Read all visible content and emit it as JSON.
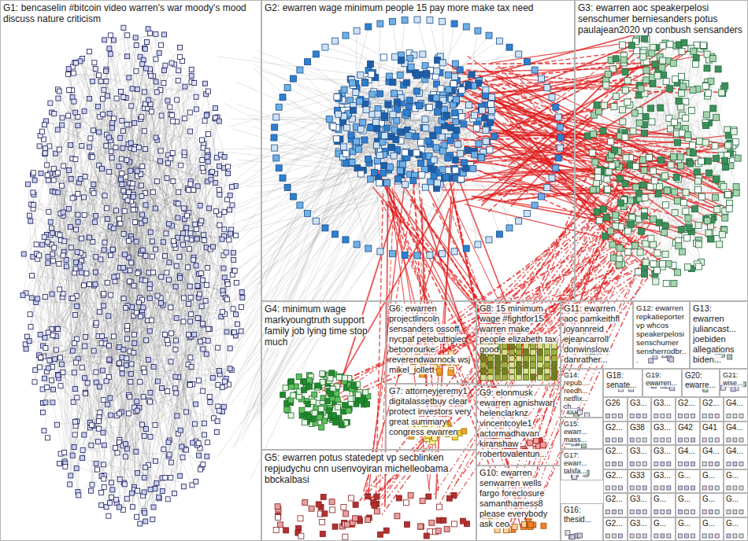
{
  "diagram": {
    "nodes": [
      {
        "text": [
          "G1: bencaselin #bitcoin video warren's war moody's mood discuss nature criticism"
        ]
      },
      {
        "text": [
          "G2: ewarren wage minimum people 15 pay more make tax need"
        ]
      },
      {
        "text": [
          "G3: ewarren aoc speakerpelosi senschumer berniesanders potus paulajean2020 vp conbush sensanders"
        ]
      },
      {
        "text": [
          "G4: minimum wage markyoungtruth support family job lying time stop much"
        ]
      },
      {
        "text": [
          "G6: ewarren projectlincoln sensanders ossoff nycpaf petebuttigieg betoorourke reverendwarnock wsj mikel_jollett"
        ]
      },
      {
        "text": [
          "G8: 15 minimum wage #fightfor15 warren make people elizabeth tax good"
        ]
      },
      {
        "text": [
          "G11: ewarren aoc pamkeithfl joyannreid ejeancarroll donwinslow danrather..."
        ]
      },
      {
        "text": [
          "G12: ewarren repkatieporter vp whcos speakerpelosi senschumer sensherrodbr..."
        ]
      },
      {
        "text": [
          "G13: ewarren juliancast... joebiden allegations biden..."
        ]
      },
      {
        "text": [
          "G14: repub... reedh... netflix... ch..."
        ]
      },
      {
        "text": [
          "G18: senate..."
        ]
      },
      {
        "text": [
          "G19: ewarren..."
        ]
      },
      {
        "text": [
          "G20: ewarre..."
        ]
      },
      {
        "text": [
          "G21: wise..."
        ]
      },
      {
        "text": [
          "G7: attorneyjeremy1 digitalassetbuy clear protect investors very great summary congress ewarren"
        ]
      },
      {
        "text": [
          "G9: elonmusk ewarren agnishwarj helenclarknz vincentcoyle1 actormadhavan kiranshaw robertovalentun..."
        ]
      },
      {
        "text": [
          "G15: ewarr... mass..."
        ]
      },
      {
        "text": [
          "G17: ewarr... talsfa..."
        ]
      },
      {
        "text": [
          "G16: thesid..."
        ]
      },
      {
        "text": [
          "G5: ewarren potus statedept vp secblinken repjudychu cnn usenvoyiran michelleobama bbckalbasi"
        ]
      },
      {
        "text": [
          "G10: ewarren senwarren wells fargo foreclosure samanthamess8 please everybody ask ceo"
        ]
      },
      {
        "text": [
          "G26"
        ]
      },
      {
        "text": [
          "G3..."
        ]
      },
      {
        "text": [
          "G3..."
        ]
      },
      {
        "text": [
          "G2..."
        ]
      },
      {
        "text": [
          "G2..."
        ]
      },
      {
        "text": [
          "G4..."
        ]
      },
      {
        "text": [
          "G2..."
        ]
      },
      {
        "text": [
          "G38"
        ]
      },
      {
        "text": [
          "G3..."
        ]
      },
      {
        "text": [
          "G42"
        ]
      },
      {
        "text": [
          "G41"
        ]
      },
      {
        "text": [
          "G4..."
        ]
      },
      {
        "text": [
          "G2..."
        ]
      },
      {
        "text": [
          "G3..."
        ]
      },
      {
        "text": [
          "G3..."
        ]
      },
      {
        "text": [
          "G4..."
        ]
      },
      {
        "text": [
          "G4..."
        ]
      },
      {
        "text": [
          "G4..."
        ]
      },
      {
        "text": [
          "G2..."
        ]
      },
      {
        "text": [
          "G33"
        ]
      },
      {
        "text": [
          "G3..."
        ]
      },
      {
        "text": [
          "G..."
        ]
      },
      {
        "text": [
          "G..."
        ]
      },
      {
        "text": [
          "G..."
        ]
      },
      {
        "text": [
          "G2..."
        ]
      },
      {
        "text": [
          "G3..."
        ]
      },
      {
        "text": [
          "G..."
        ]
      },
      {
        "text": [
          "G..."
        ]
      },
      {
        "text": [
          "G..."
        ]
      },
      {
        "text": [
          "G..."
        ]
      },
      {
        "text": [
          "G2..."
        ]
      },
      {
        "text": [
          "G3..."
        ]
      },
      {
        "text": [
          "G..."
        ]
      },
      {
        "text": [
          "G..."
        ]
      },
      {
        "text": [
          "G..."
        ]
      },
      {
        "text": [
          "G..."
        ]
      }
    ]
  }
}
